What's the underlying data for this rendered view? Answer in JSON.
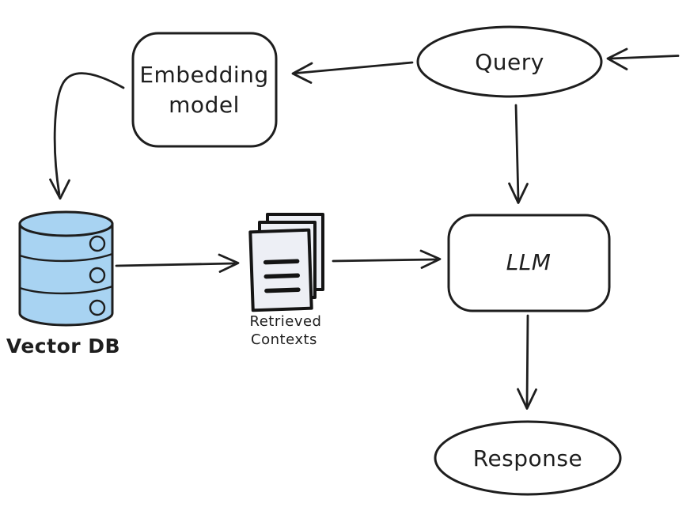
{
  "diagram": {
    "type": "flowchart",
    "subject": "retrieval-augmented-generation-pipeline",
    "background": "#ffffff",
    "colors": {
      "node_fill": "#e7f1fb",
      "cylinder_fill": "#a8d3f2",
      "document_fill": "#edeff5",
      "ellipse_fill": "#ffffff",
      "ink": "#1e1e1e"
    },
    "nodes": {
      "query": {
        "label": "Query",
        "shape": "ellipse"
      },
      "embedding_model": {
        "label_lines": [
          "Embedding",
          "model"
        ],
        "shape": "rounded-rectangle"
      },
      "vector_db": {
        "label": "Vector DB",
        "shape": "database-cylinder"
      },
      "retrieved_contexts": {
        "label_lines": [
          "Retrieved",
          "Contexts"
        ],
        "shape": "document-stack"
      },
      "llm": {
        "label": "LLM",
        "shape": "rounded-rectangle"
      },
      "response": {
        "label": "Response",
        "shape": "ellipse"
      }
    },
    "edges": [
      {
        "from": "external-input",
        "to": "query"
      },
      {
        "from": "query",
        "to": "embedding_model"
      },
      {
        "from": "embedding_model",
        "to": "vector_db"
      },
      {
        "from": "vector_db",
        "to": "retrieved_contexts"
      },
      {
        "from": "retrieved_contexts",
        "to": "llm"
      },
      {
        "from": "query",
        "to": "llm"
      },
      {
        "from": "llm",
        "to": "response"
      }
    ]
  }
}
